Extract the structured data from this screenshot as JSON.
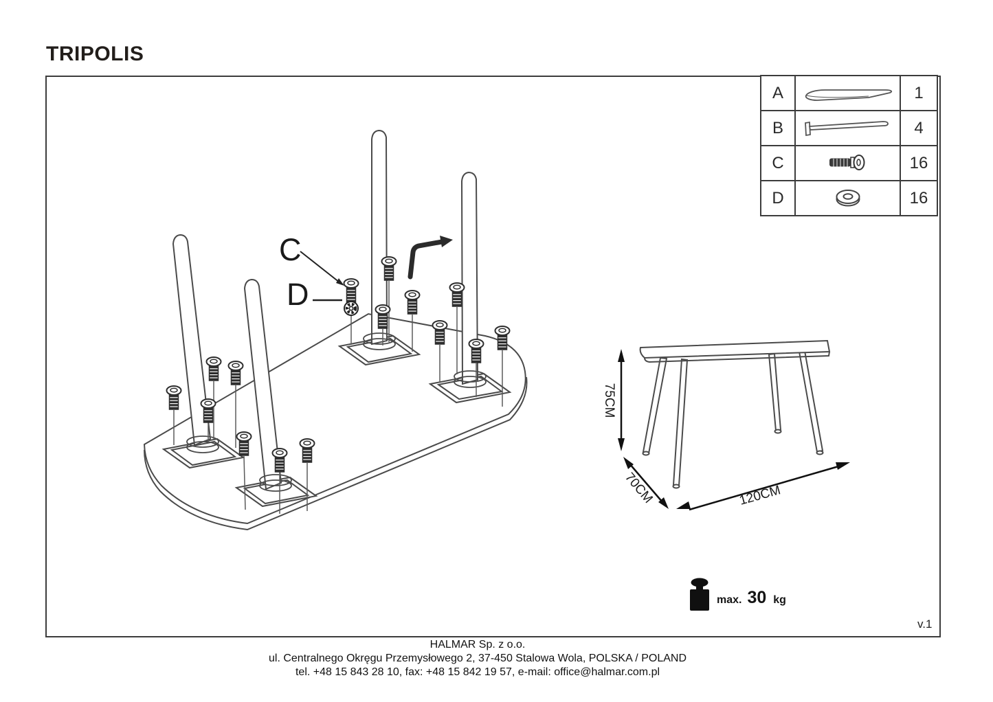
{
  "title": "TRIPOLIS",
  "version": "v.1",
  "parts_table": {
    "rows": [
      {
        "letter": "A",
        "icon": "tabletop-part-icon",
        "qty": "1"
      },
      {
        "letter": "B",
        "icon": "leg-part-icon",
        "qty": "4"
      },
      {
        "letter": "C",
        "icon": "screw-part-icon",
        "qty": "16"
      },
      {
        "letter": "D",
        "icon": "washer-part-icon",
        "qty": "16"
      }
    ]
  },
  "assembly_labels": {
    "screw": "C",
    "washer": "D"
  },
  "dimensions": {
    "height": "75CM",
    "depth": "70CM",
    "length": "120CM"
  },
  "max_load": {
    "icon": "weight-icon",
    "label": "max.",
    "value": "30",
    "unit": "kg"
  },
  "footer": {
    "line1": "HALMAR Sp. z o.o.",
    "line2": "ul. Centralnego Okręgu Przemysłowego 2, 37-450 Stalowa Wola, POLSKA / POLAND",
    "line3": "tel. +48 15 843 28 10, fax: +48 15 842 19 57, e-mail: office@halmar.com.pl"
  }
}
